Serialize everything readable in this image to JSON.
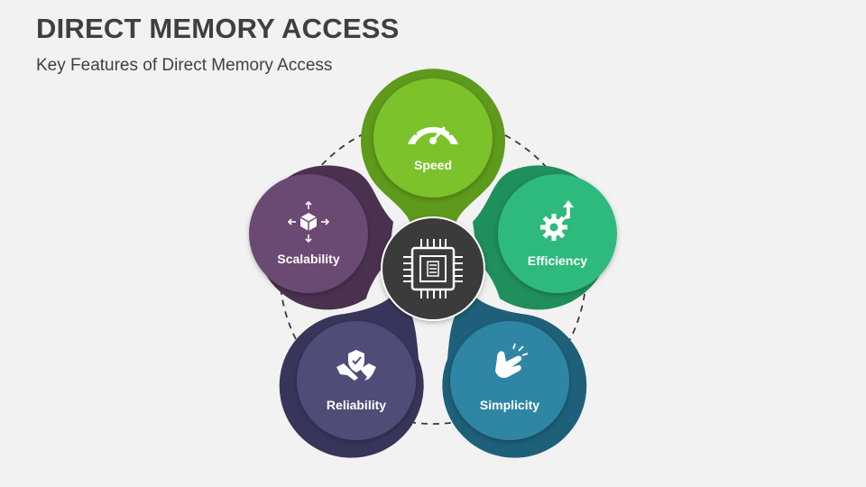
{
  "slide": {
    "title": "DIRECT MEMORY ACCESS",
    "subtitle": "Key Features of Direct Memory Access"
  },
  "center": {
    "icon": "cpu-chip-icon"
  },
  "features": [
    {
      "label": "Speed",
      "icon": "speedometer-icon",
      "color": "#7cc229",
      "dark": "#5e9a1c"
    },
    {
      "label": "Efficiency",
      "icon": "gear-arrow-icon",
      "color": "#2fba7c",
      "dark": "#1f8f5c"
    },
    {
      "label": "Simplicity",
      "icon": "finger-snap-icon",
      "color": "#2e86a4",
      "dark": "#1e6079"
    },
    {
      "label": "Reliability",
      "icon": "handshake-shield-icon",
      "color": "#4f4d78",
      "dark": "#37355a"
    },
    {
      "label": "Scalability",
      "icon": "cube-arrows-icon",
      "color": "#6b4a72",
      "dark": "#4a3150"
    }
  ]
}
